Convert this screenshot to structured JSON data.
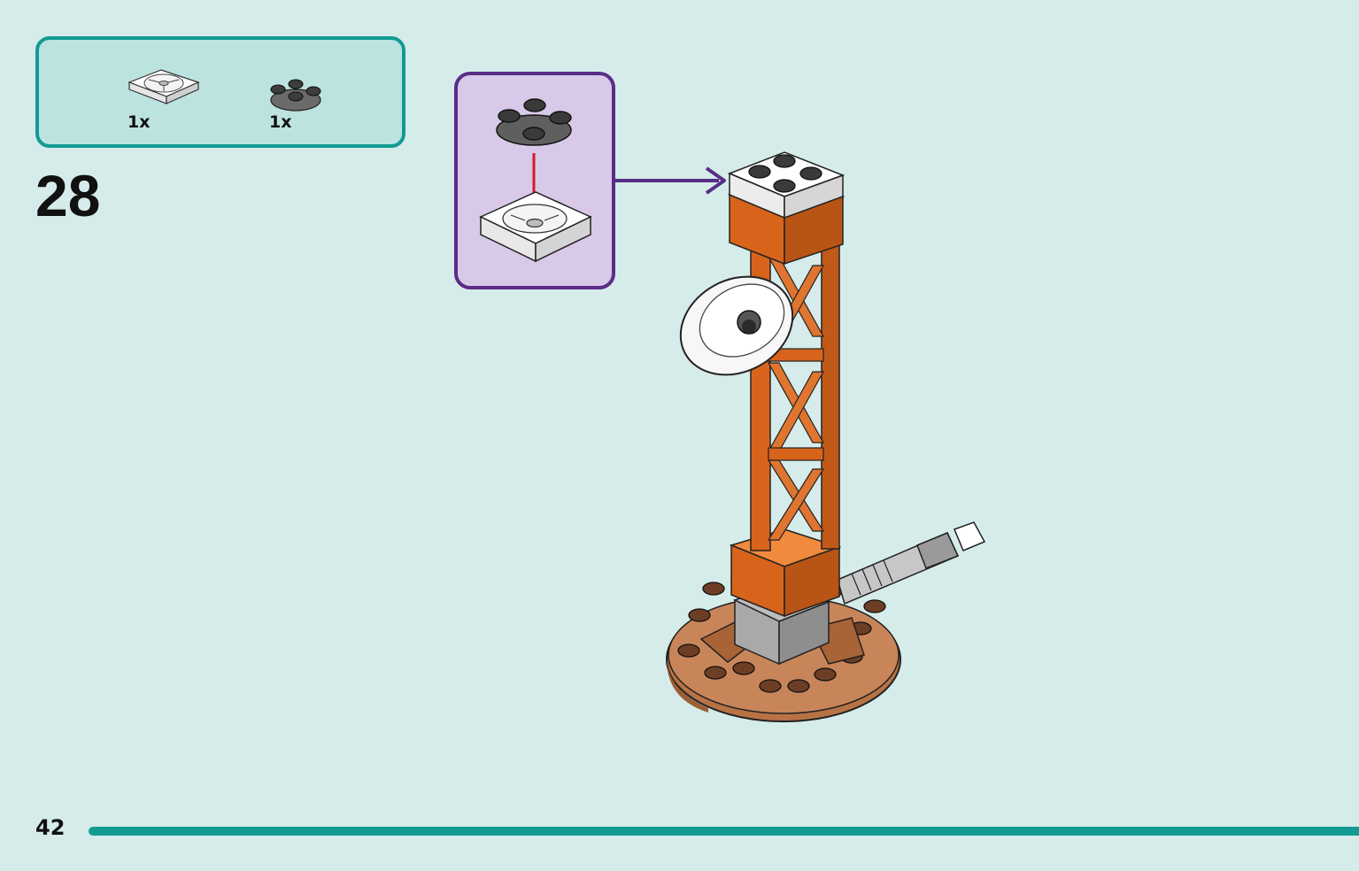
{
  "parts_list": {
    "items": [
      {
        "icon": "white-turntable-plate-icon",
        "quantity": "1x",
        "color": "#ffffff"
      },
      {
        "icon": "dark-gray-round-plate-icon",
        "quantity": "1x",
        "color": "#5f5f5f"
      }
    ],
    "border_color": "#129b93",
    "background_color": "#bde3e1"
  },
  "step": {
    "number": "28"
  },
  "callout": {
    "background_color": "#d8c9e8",
    "border_color": "#5a2d86",
    "arrow_color": "#d9192c"
  },
  "model": {
    "icon": "antenna-tower-model-icon",
    "tower_color": "#d8641c",
    "base_color": "#b87345"
  },
  "footer": {
    "page_number": "42",
    "bar_color": "#129b93"
  }
}
